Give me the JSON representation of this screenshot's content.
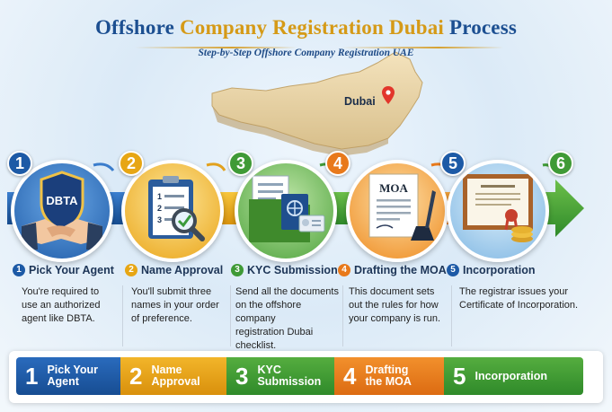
{
  "title_part1": "Offshore ",
  "title_part2": "Company Registration Dubai",
  "title_part3": " Process",
  "subtitle": "Step-by-Step Offshore Company Registration UAE",
  "map_label": "Dubai",
  "dbta_label": "DBTA",
  "list_numbers": [
    "1",
    "2",
    "3"
  ],
  "moa_label": "MOA",
  "colors": {
    "blue": "#1d5aa6",
    "gold": "#e7a614",
    "green": "#3f9a36",
    "orange": "#e8791b",
    "title_blue": "#1c4f91",
    "title_gold": "#d59a17"
  },
  "badges": [
    "1",
    "2",
    "3",
    "4",
    "5",
    "6"
  ],
  "steps": [
    {
      "num": "1",
      "title": "Pick Your Agent",
      "desc": [
        "You're required to",
        "use an authorized",
        "agent like DBTA."
      ],
      "bar": [
        "Pick Your",
        "Agent"
      ]
    },
    {
      "num": "2",
      "title": "Name Approval",
      "desc": [
        "You'll submit three",
        "names in your order",
        "of preference."
      ],
      "bar": [
        "Name",
        "Approval"
      ]
    },
    {
      "num": "3",
      "title": "KYC Submission",
      "desc": [
        "Send all the documents",
        "on the offshore company",
        "registration Dubai",
        "checklist."
      ],
      "bar": [
        "KYC",
        "Submission"
      ]
    },
    {
      "num": "4",
      "title": "Drafting the MOA",
      "desc": [
        "This document sets",
        "out the rules for how",
        "your company is run."
      ],
      "bar": [
        "Drafting",
        "the MOA"
      ]
    },
    {
      "num": "5",
      "title": "Incorporation",
      "desc": [
        "The registrar issues your",
        "Certificate of Incorporation."
      ],
      "bar": [
        "Incorporation"
      ]
    }
  ]
}
